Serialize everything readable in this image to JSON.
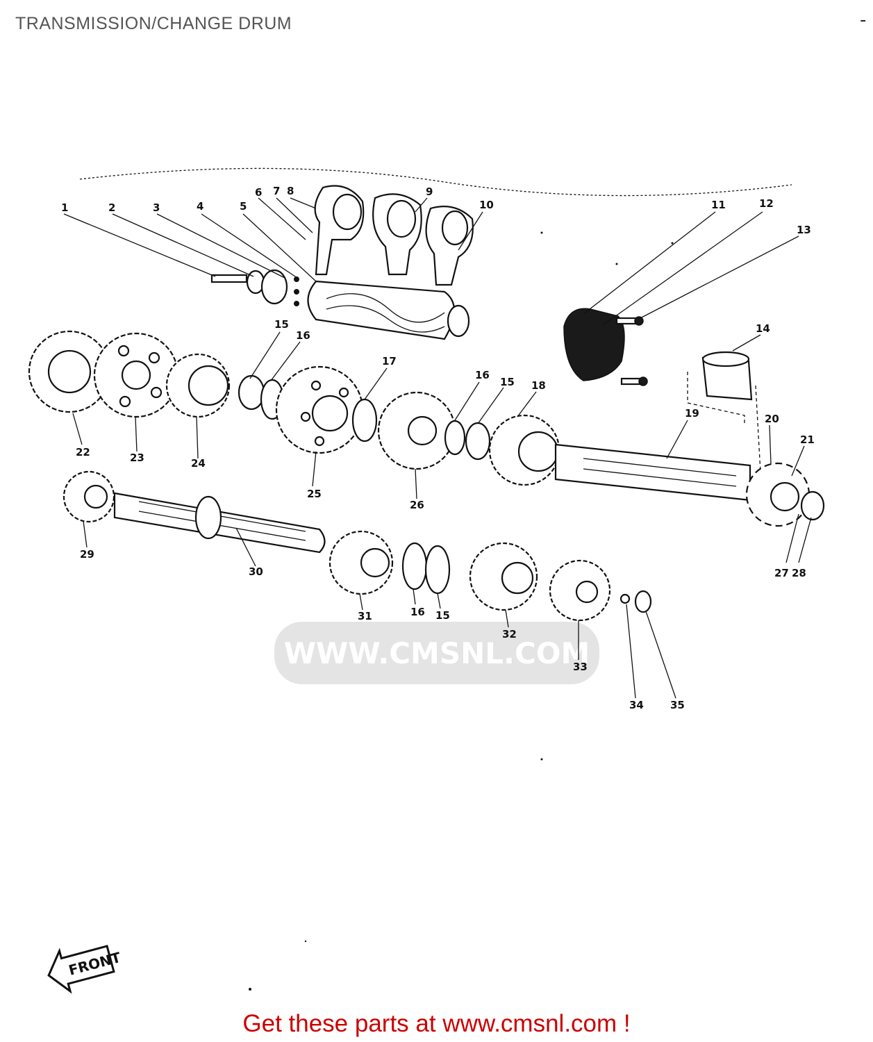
{
  "title": "TRANSMISSION/CHANGE DRUM",
  "corner_mark": "-",
  "watermark": {
    "text": "WWW.CMSNL.COM"
  },
  "front_badge": "FRONT",
  "footer": {
    "text": "Get these parts at www.cmsnl.com !",
    "color": "#cc0000"
  },
  "callouts": [
    "1",
    "2",
    "3",
    "4",
    "5",
    "6",
    "7",
    "8",
    "9",
    "10",
    "11",
    "12",
    "13",
    "14",
    "15",
    "16",
    "17",
    "15",
    "16",
    "18",
    "19",
    "20",
    "21",
    "22",
    "23",
    "24",
    "25",
    "26",
    "27",
    "28",
    "29",
    "30",
    "31",
    "16",
    "15",
    "32",
    "33",
    "34",
    "35"
  ]
}
